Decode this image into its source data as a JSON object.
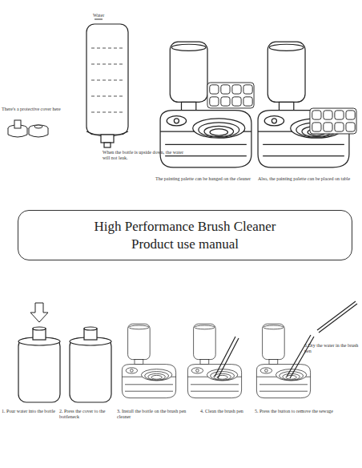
{
  "diagram": {
    "nodes": [
      {
        "text": [
          "High Performance Brush Cleaner",
          "Product use manual"
        ]
      }
    ],
    "labels": [
      "Water",
      "There's a protective cover here",
      "When the bottle is upside down, the water will not leak.",
      "The painting palette can be hanged on the cleaner",
      "Also, the painting palette can be placed on table",
      "1. Pour water into the bottle",
      "2. Press the cover to the bottleneck",
      "3. Install the bottle on the brush pen cleaner",
      "4. Clean the brush pen",
      "5. Press the button to remove the sewage",
      "6.Dry the water in the brush pen"
    ]
  }
}
